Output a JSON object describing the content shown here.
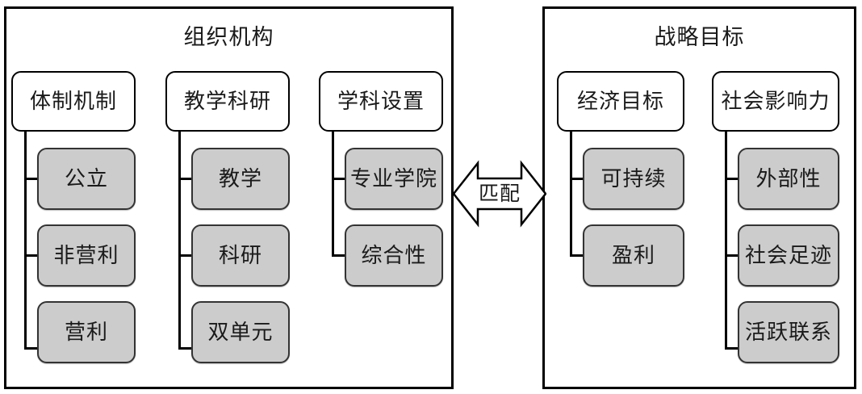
{
  "diagram": {
    "panels": [
      {
        "id": "organization",
        "title": "组织机构",
        "columns": [
          {
            "parent": "体制机制",
            "children": [
              "公立",
              "非营利",
              "营利"
            ]
          },
          {
            "parent": "教学科研",
            "children": [
              "教学",
              "科研",
              "双单元"
            ]
          },
          {
            "parent": "学科设置",
            "children": [
              "专业学院",
              "综合性"
            ]
          }
        ]
      },
      {
        "id": "strategy",
        "title": "战略目标",
        "columns": [
          {
            "parent": "经济目标",
            "children": [
              "可持续",
              "盈利"
            ]
          },
          {
            "parent": "社会影响力",
            "children": [
              "外部性",
              "社会足迹",
              "活跃联系"
            ]
          }
        ]
      }
    ],
    "connector": {
      "label": "匹配",
      "shape": "double-headed-arrow"
    },
    "colors": {
      "outline": "#000000",
      "node_parent_fill": "#ffffff",
      "node_child_fill": "#cccccc",
      "node_child_outline": "#333333",
      "text": "#1a1a1a",
      "background": "#ffffff"
    }
  }
}
